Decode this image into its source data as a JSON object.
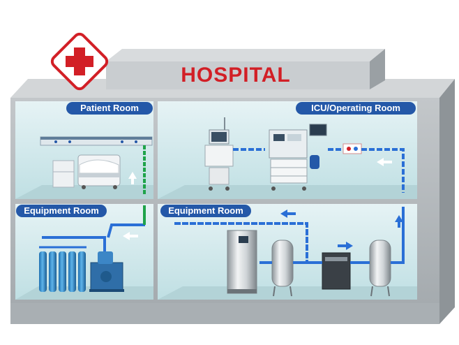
{
  "sign": {
    "title": "HOSPITAL",
    "icon": "red-cross-icon"
  },
  "rooms": {
    "patient_room": "Patient Room",
    "icu_room": "ICU/Operating Room",
    "equipment_room_left": "Equipment Room",
    "equipment_room_right": "Equipment Room"
  },
  "colors": {
    "accent_red": "#d21f26",
    "pipe_blue": "#2a6fd6",
    "pipe_green": "#1fa34a",
    "label_blue": "#2458a8",
    "room_bg": "#cfe7ea",
    "building_gray": "#9aa0a4"
  }
}
